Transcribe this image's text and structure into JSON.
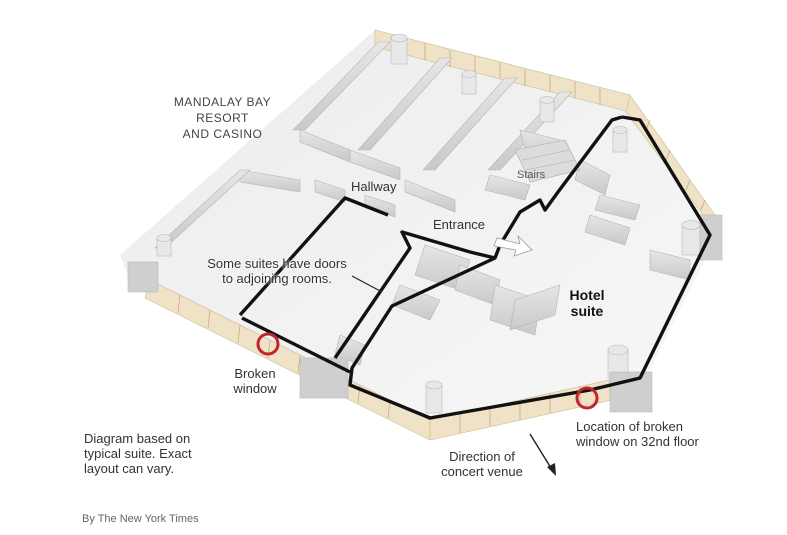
{
  "labels": {
    "resort": [
      "MANDALAY BAY",
      "RESORT",
      "AND CASINO"
    ],
    "hallway": "Hallway",
    "stairs": "Stairs",
    "entrance": "Entrance",
    "adjoining": [
      "Some suites have doors",
      "to adjoining rooms."
    ],
    "hotel_suite": [
      "Hotel",
      "suite"
    ],
    "broken_window": [
      "Broken",
      "window"
    ],
    "location_broken": [
      "Location of broken",
      "window on 32nd floor"
    ],
    "direction": [
      "Direction of",
      "concert venue"
    ],
    "note": [
      "Diagram based on",
      "typical suite. Exact",
      "layout can vary."
    ],
    "credit": "By The New York Times"
  },
  "colors": {
    "floor": "#f1f1f1",
    "wall": "#d9d9d9",
    "window_band": "#efe2c6",
    "outline": "#111111",
    "marker": "#c0272d"
  }
}
